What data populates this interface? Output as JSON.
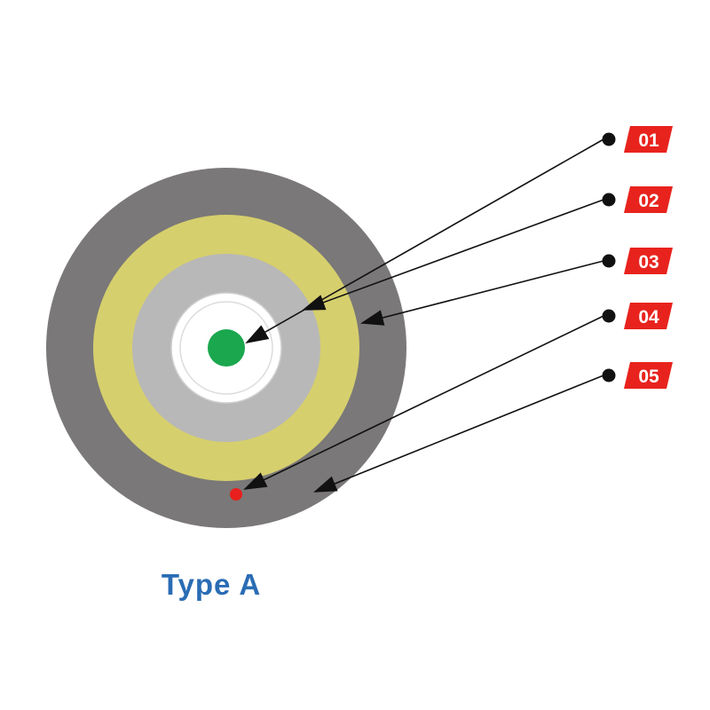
{
  "title": {
    "text": "Type A",
    "color": "#2a6cb4"
  },
  "callouts": [
    {
      "text": "01"
    },
    {
      "text": "02"
    },
    {
      "text": "03"
    },
    {
      "text": "04"
    },
    {
      "text": "05"
    }
  ],
  "tag": {
    "bg": "#e8231d",
    "text_color": "#ffffff"
  },
  "diagram": {
    "colors": {
      "outer_jacket": "#7a7878",
      "strength_layer": "#d6cf6d",
      "buffer_layer": "#b8b8b8",
      "tube_fill": "#ffffff",
      "tube_stroke": "#cfcfcf",
      "inner_ring_stroke": "#dcdcdc",
      "fiber_core": "#1aa74e",
      "ripcord": "#e8201d",
      "line": "#111111"
    }
  }
}
